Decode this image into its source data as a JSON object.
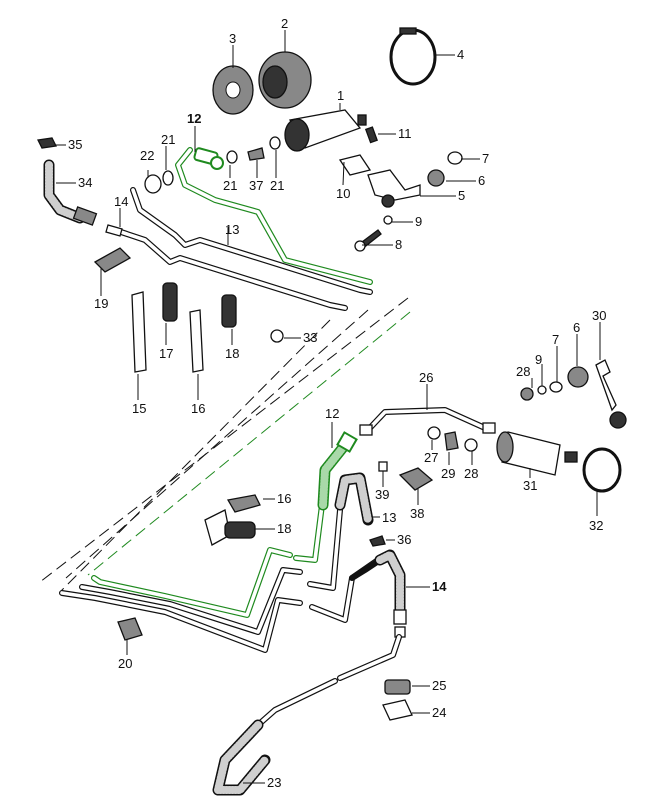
{
  "diagram": {
    "title": "Fuel line system exploded parts diagram",
    "highlight_color": "#1f8a1f",
    "line_color": "#111111",
    "labels": {
      "p1": "1",
      "p2": "2",
      "p3": "3",
      "p4": "4",
      "p5": "5",
      "p6a": "6",
      "p6b": "6",
      "p7a": "7",
      "p7b": "7",
      "p8": "8",
      "p9a": "9",
      "p9b": "9",
      "p10": "10",
      "p11": "11",
      "p12a": "12",
      "p12b": "12",
      "p13a": "13",
      "p13b": "13",
      "p14a": "14",
      "p14b": "14",
      "p15": "15",
      "p16a": "16",
      "p16b": "16",
      "p17": "17",
      "p18a": "18",
      "p18b": "18",
      "p19": "19",
      "p20": "20",
      "p21a": "21",
      "p21b": "21",
      "p21c": "21",
      "p22": "22",
      "p23": "23",
      "p24": "24",
      "p25": "25",
      "p26": "26",
      "p27": "27",
      "p28a": "28",
      "p28b": "28",
      "p29": "29",
      "p30": "30",
      "p31": "31",
      "p32": "32",
      "p33": "33",
      "p34": "34",
      "p35": "35",
      "p36": "36",
      "p37": "37",
      "p38": "38",
      "p39": "39"
    },
    "highlighted_parts": [
      "12"
    ]
  }
}
